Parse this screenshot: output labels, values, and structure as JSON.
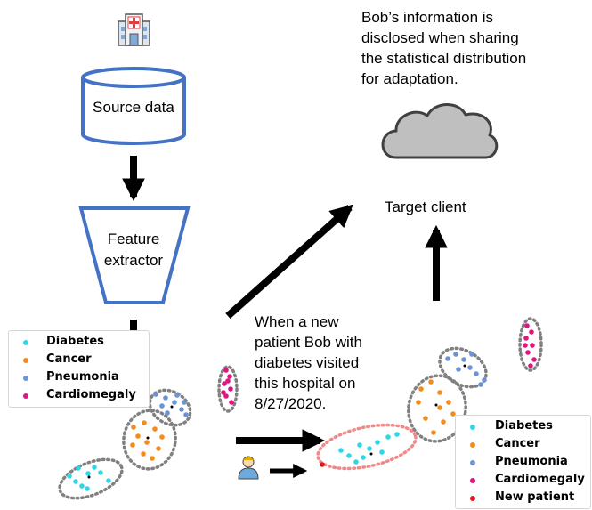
{
  "source_label": "Source data",
  "extractor_label_line1": "Feature",
  "extractor_label_line2": "extractor",
  "target_label": "Target client",
  "cloud_note": [
    "Bob’s information is",
    "disclosed when sharing",
    "the statistical distribution",
    "for adaptation."
  ],
  "bob_note": [
    "When a new",
    "patient Bob with",
    "diabetes visited",
    "this hospital on",
    "8/27/2020."
  ],
  "legend_left": [
    {
      "label": "Diabetes",
      "color": "#2fd7e6"
    },
    {
      "label": "Cancer",
      "color": "#f28c1c"
    },
    {
      "label": "Pneumonia",
      "color": "#6b93d6"
    },
    {
      "label": "Cardiomegaly",
      "color": "#e0157f"
    }
  ],
  "legend_right": [
    {
      "label": "Diabetes",
      "color": "#2fd7e6"
    },
    {
      "label": "Cancer",
      "color": "#f28c1c"
    },
    {
      "label": "Pneumonia",
      "color": "#6b93d6"
    },
    {
      "label": "Cardiomegaly",
      "color": "#e0157f"
    },
    {
      "label": "New patient",
      "color": "#e8141e"
    }
  ],
  "colors": {
    "shape_stroke": "#4472c4",
    "cloud_fill": "#bfbfbf",
    "cluster_outline": "#808080",
    "new_cluster_outline": "#f08a8a"
  },
  "icons": [
    "hospital-icon",
    "patient-icon",
    "cloud-icon"
  ]
}
